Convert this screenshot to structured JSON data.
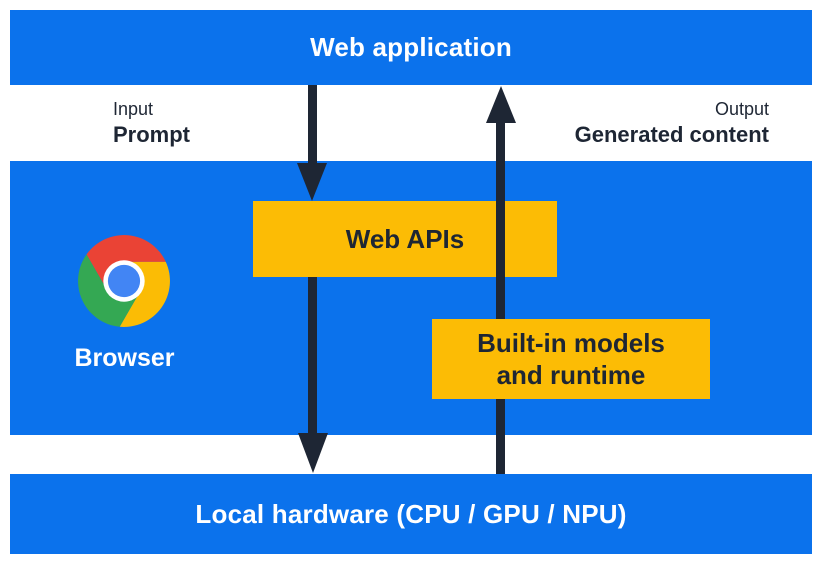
{
  "diagram": {
    "top_bar": {
      "title": "Web application"
    },
    "io": {
      "input_label": "Input",
      "input_sublabel": "Prompt",
      "output_label": "Output",
      "output_sublabel": "Generated content"
    },
    "browser": {
      "label": "Browser"
    },
    "web_apis": {
      "label": "Web APIs"
    },
    "builtin": {
      "line1": "Built-in models",
      "line2": "and runtime"
    },
    "bottom_bar": {
      "title": "Local hardware (CPU / GPU / NPU)"
    }
  },
  "icons": {
    "browser": "chrome-browser-icon",
    "down_flow": "arrow-down-icon",
    "up_flow": "arrow-up-icon"
  },
  "colors": {
    "blue": "#0b72ec",
    "yellow": "#fcbc05",
    "dark": "#1e2634",
    "chrome_red": "#ea4335",
    "chrome_yellow": "#fbbc05",
    "chrome_green": "#34a853",
    "chrome_blue": "#4285f4"
  }
}
